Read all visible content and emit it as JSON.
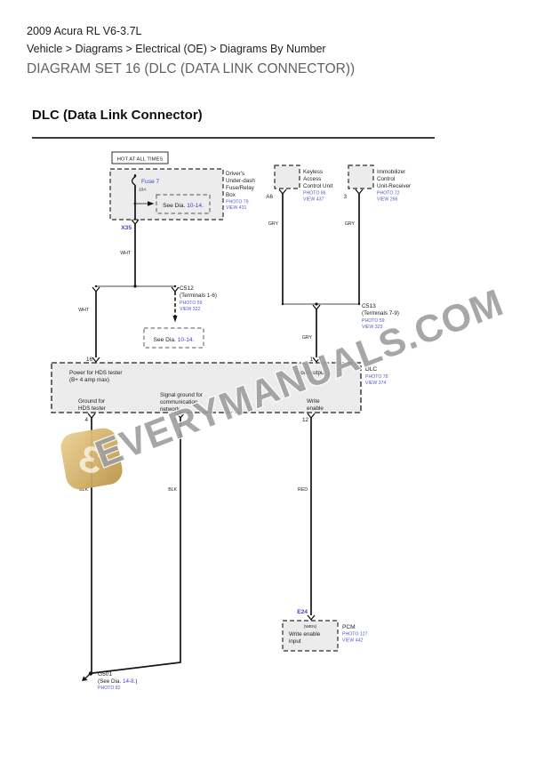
{
  "header": {
    "vehicle_title": "2009 Acura RL V6-3.7L",
    "breadcrumb": "Vehicle > Diagrams > Electrical (OE) > Diagrams By Number",
    "diagram_set_title": "DIAGRAM SET 16 (DLC (DATA LINK CONNECTOR))",
    "section_heading": "DLC (Data Link Connector)"
  },
  "colors": {
    "link_blue": "#3c3fc9",
    "ref_blue": "#5459cf",
    "wire_black": "#141414",
    "box_fill": "#ececec",
    "watermark_gray": "#9e9e9e",
    "logo_gold_light": "#ecd194",
    "logo_gold_dark": "#bb9445"
  },
  "watermark": {
    "text": "EVERYMANUALS.COM",
    "logo_letter": "Ɛ"
  },
  "diagram": {
    "hot_label": "HOT AT ALL TIMES",
    "see_dia": {
      "prefix": "See  Dia. ",
      "ref": "10-14."
    },
    "fuse_box": {
      "fuse_name": "Fuse 7",
      "rating": "10A",
      "component": [
        "Driver's",
        "Under-dash",
        "Fuse/Relay",
        "Box"
      ],
      "photo": "PHOTO 79",
      "view": "VIEW 431",
      "connector": "X35"
    },
    "keyless": {
      "lines": [
        "Keyless",
        "Access",
        "Control Unit"
      ],
      "photo": "PHOTO 86",
      "view": "VIEW 437",
      "terminal": "A6"
    },
    "immobilizer": {
      "lines": [
        "Immobilizer",
        "Control",
        "Unit-Receiver"
      ],
      "photo": "PHOTO 72",
      "view": "VIEW 266",
      "terminal": "3"
    },
    "c512": {
      "name": "C512",
      "terminals": "(Terminals 1-6)",
      "photo": "PHOTO 59",
      "view": "VIEW 322"
    },
    "c513": {
      "name": "C513",
      "terminals": "(Terminals 7-9)",
      "photo": "PHOTO 59",
      "view": "VIEW 323"
    },
    "wire_labels": {
      "wht": "WHT",
      "gry": "GRY",
      "blk": "BLK",
      "red": "RED"
    },
    "dlc": {
      "name": "DLC",
      "photo": "PHOTO 78",
      "view": "VIEW 374",
      "power": [
        "Power for HDS tester",
        "(B+ 4 amp max)"
      ],
      "input_output": "Input/output",
      "ground": [
        "Ground for",
        "HDS tester"
      ],
      "signal": [
        "Signal ground for",
        "communication",
        "network"
      ],
      "write": [
        "Write",
        "enable"
      ],
      "t16": "16",
      "t1": "1",
      "t4": "4",
      "t5": "5",
      "t12": "12"
    },
    "pcm": {
      "connector": "E24",
      "wen": "(WEN)",
      "lines": [
        "Write enable",
        "input"
      ],
      "name": "PCM",
      "photo": "PHOTO 127",
      "view": "VIEW 442"
    },
    "g501": {
      "name": "G501",
      "see_prefix": "(See Dia. ",
      "see_ref": "14-8.",
      "see_suffix": ")",
      "photo": "PHOTO 82"
    }
  }
}
